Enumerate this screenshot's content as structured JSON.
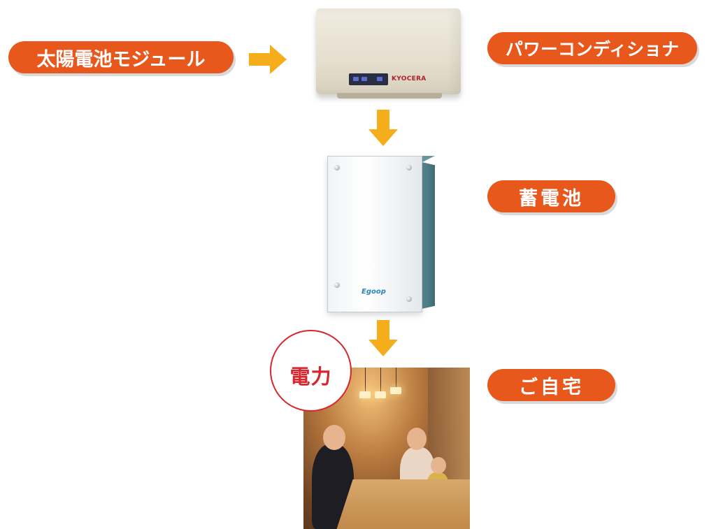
{
  "labels": {
    "solar": "太陽電池モジュール",
    "pcs": "パワーコンディショナ",
    "battery": "蓄電池",
    "home": "ご自宅",
    "power": "電力"
  },
  "devices": {
    "pcs_logo": "KYOCERA",
    "battery_brand": "Egoop"
  },
  "colors": {
    "pill": "#e8571b",
    "arrow": "#f5ad1c",
    "badge": "#d8262f"
  },
  "icons": [
    "arrow-right-icon",
    "arrow-down-icon"
  ]
}
